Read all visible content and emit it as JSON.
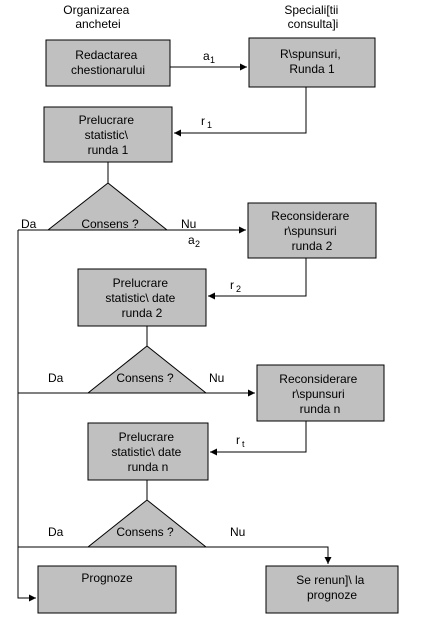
{
  "headers": {
    "left": [
      "Organizarea",
      "anchetei"
    ],
    "right": [
      "Speciali[tii",
      "consulta]i"
    ]
  },
  "boxes": {
    "redactarea": [
      "Redactarea",
      "chestionarului"
    ],
    "raspunsuri1": [
      "R\\spunsuri,",
      "Runda 1"
    ],
    "prelucrare1": [
      "Prelucrare",
      "statistic\\",
      "runda 1"
    ],
    "reconsiderare2": [
      "Reconsiderare",
      "r\\spunsuri",
      "runda 2"
    ],
    "prelucrare2": [
      "Prelucrare",
      "statistic\\ date",
      "runda 2"
    ],
    "reconsiderareN": [
      "Reconsiderare",
      "r\\spunsuri",
      "runda n"
    ],
    "prelucrareN": [
      "Prelucrare",
      "statistic\\ date",
      "runda n"
    ],
    "prognoze": [
      "Prognoze"
    ],
    "renunta": [
      "Se renun]\\ la",
      "prognoze"
    ]
  },
  "decisions": {
    "d1": "Consens ?",
    "d2": "Consens ?",
    "d3": "Consens ?"
  },
  "labels": {
    "da1": "Da",
    "nu1": "Nu",
    "da2": "Da",
    "nu2": "Nu",
    "da3": "Da",
    "nu3": "Nu"
  },
  "arrows": {
    "a1": {
      "base": "a",
      "sub": "1"
    },
    "r1": {
      "base": "r",
      "sub": "1"
    },
    "a2": {
      "base": "a",
      "sub": "2"
    },
    "r2": {
      "base": "r",
      "sub": "2"
    },
    "rn": {
      "base": "r",
      "sub": "t"
    }
  },
  "colors": {
    "box_fill": "#c0c0c0",
    "stroke": "#000000",
    "background": "#ffffff"
  }
}
